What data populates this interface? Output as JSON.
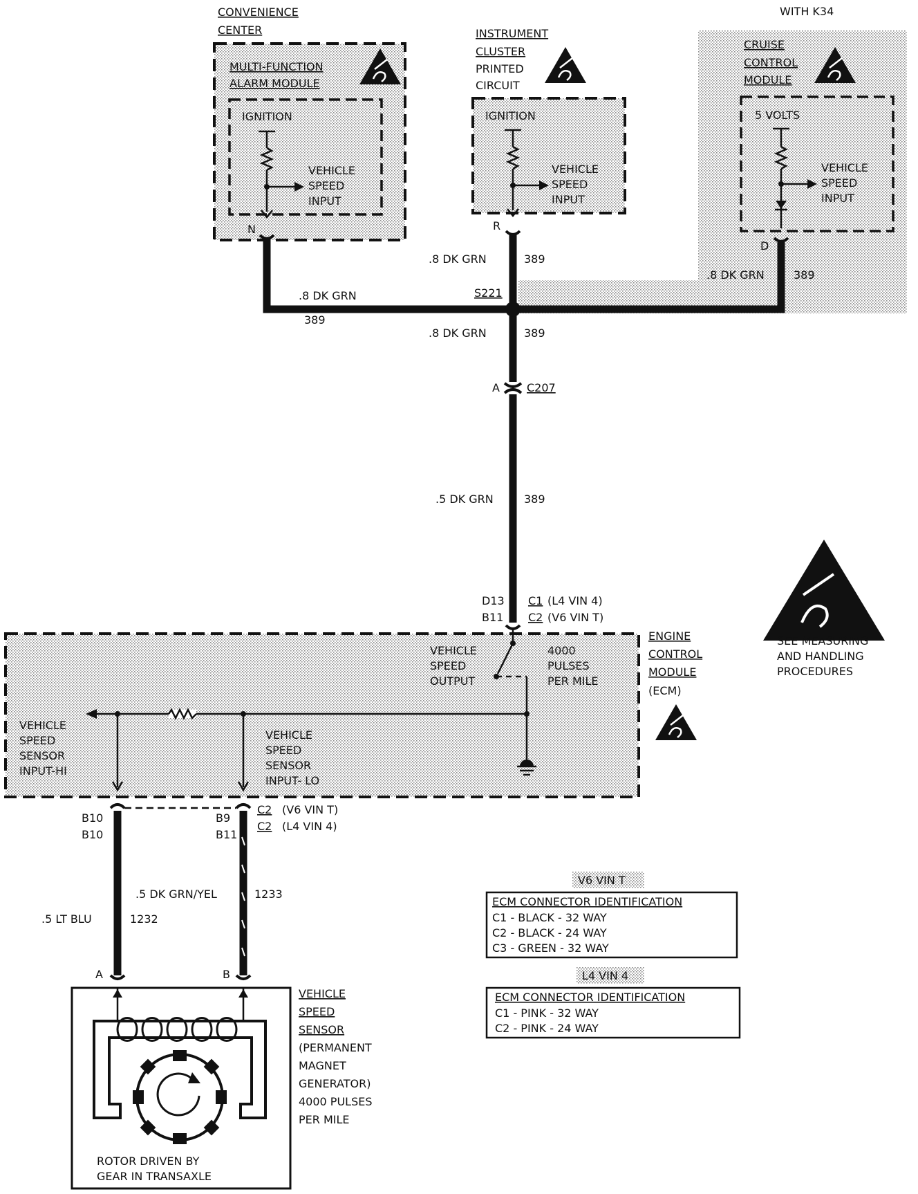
{
  "convenience_center": {
    "line1": "CONVENIENCE",
    "line2": "CENTER",
    "module_line1": "MULTI-FUNCTION",
    "module_line2": "ALARM MODULE",
    "supply": "IGNITION",
    "input_line1": "VEHICLE",
    "input_line2": "SPEED",
    "input_line3": "INPUT",
    "pin": "N"
  },
  "instrument_cluster": {
    "line1": "INSTRUMENT",
    "line2": "CLUSTER",
    "line3": "PRINTED",
    "line4": "CIRCUIT",
    "supply": "IGNITION",
    "input_line1": "VEHICLE",
    "input_line2": "SPEED",
    "input_line3": "INPUT",
    "pin": "R"
  },
  "cruise_control": {
    "option": "WITH K34",
    "line1": "CRUISE",
    "line2": "CONTROL",
    "line3": "MODULE",
    "supply": "5 VOLTS",
    "input_line1": "VEHICLE",
    "input_line2": "SPEED",
    "input_line3": "INPUT",
    "pin": "D"
  },
  "wires": {
    "w1_size": ".8 DK GRN",
    "w1_circuit": "389",
    "w2_size": ".8 DK GRN",
    "w2_circuit": "389",
    "w3_size": ".8 DK GRN",
    "w3_circuit": "389",
    "w4_size": ".8 DK GRN",
    "w4_circuit": "389",
    "w5_size": ".5 DK GRN",
    "w5_circuit": "389",
    "splice": "S221",
    "connector_pin": "A",
    "connector": "C207",
    "lt_blu_size": ".5 LT BLU",
    "lt_blu_circuit": "1232",
    "grn_yel_size": ".5 DK GRN/YEL",
    "grn_yel_circuit": "1233"
  },
  "ecm": {
    "pin_top1": "D13",
    "pin_top2": "B11",
    "conn_top1": "C1",
    "conn_top1_note": "(L4 VIN 4)",
    "conn_top2": "C2",
    "conn_top2_note": "(V6  VIN T)",
    "title1": "ENGINE",
    "title2": "CONTROL",
    "title3": "MODULE",
    "title4": "(ECM)",
    "vso1": "VEHICLE",
    "vso2": "SPEED",
    "vso3": "OUTPUT",
    "pulses1": "4000",
    "pulses2": "PULSES",
    "pulses3": "PER MILE",
    "hi1": "VEHICLE",
    "hi2": "SPEED",
    "hi3": "SENSOR",
    "hi4": "INPUT-HI",
    "lo1": "VEHICLE",
    "lo2": "SPEED",
    "lo3": "SENSOR",
    "lo4": "INPUT- LO",
    "pin_b10a": "B10",
    "pin_b10b": "B10",
    "pin_b9": "B9",
    "pin_b11": "B11",
    "conn_bot1": "C2",
    "conn_bot1_note": "(V6 VIN T)",
    "conn_bot2": "C2",
    "conn_bot2_note": "(L4 VIN 4)"
  },
  "esd_note": {
    "line1": "SEE MEASURING",
    "line2": "AND HANDLING",
    "line3": "PROCEDURES"
  },
  "sensor": {
    "pin_a": "A",
    "pin_b": "B",
    "line1": "VEHICLE",
    "line2": "SPEED",
    "line3": "SENSOR",
    "line4": "(PERMANENT",
    "line5": "MAGNET",
    "line6": "GENERATOR)",
    "line7": "4000 PULSES",
    "line8": "PER MILE",
    "rotor1": "ROTOR DRIVEN BY",
    "rotor2": "GEAR IN TRANSAXLE"
  },
  "tables": {
    "v6_heading": "V6 VIN T",
    "v6_title": "ECM CONNECTOR IDENTIFICATION",
    "v6_rows": [
      "C1 - BLACK - 32 WAY",
      "C2 - BLACK - 24 WAY",
      "C3 - GREEN - 32 WAY"
    ],
    "l4_heading": "L4 VIN 4",
    "l4_title": "ECM CONNECTOR IDENTIFICATION",
    "l4_rows": [
      "C1 - PINK - 32 WAY",
      "C2 - PINK - 24 WAY"
    ]
  }
}
